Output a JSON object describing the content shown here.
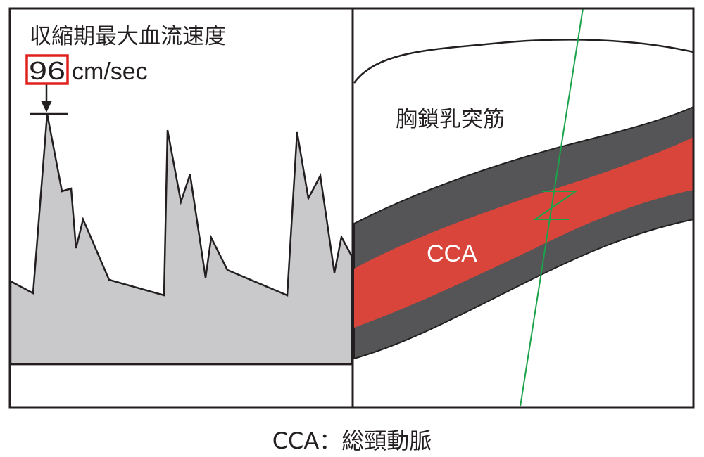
{
  "doppler_panel": {
    "heading": "収縮期最大血流速度",
    "peak_value": "96",
    "peak_unit": "cm/sec"
  },
  "anatomy_panel": {
    "muscle_label": "胸鎖乳突筋",
    "vessel_label": "CCA"
  },
  "caption": "CCA：総頸動脈",
  "colors": {
    "waveform_fill": "#c9c9cb",
    "vessel_wall": "#555557",
    "vessel_lumen": "#d9453a",
    "probe_line": "#1aa34a",
    "highlight_box": "#e0201b",
    "outline": "#231f20"
  }
}
